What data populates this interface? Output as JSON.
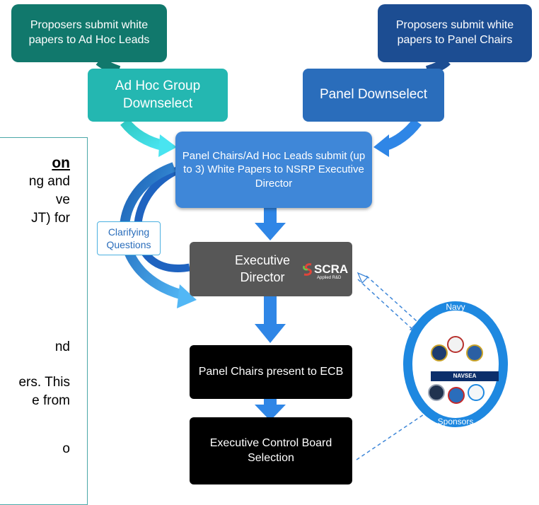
{
  "side_panel": {
    "heading": "on",
    "lines": [
      "ng and",
      "ve",
      "JT) for",
      "nd",
      "ers. This",
      "e from",
      "o"
    ]
  },
  "boxes": {
    "top_left": "Proposers submit white papers to Ad Hoc Leads",
    "top_right": "Proposers submit white papers to Panel Chairs",
    "adhoc": "Ad Hoc Group Downselect",
    "panel": "Panel Downselect",
    "submit": "Panel Chairs/Ad Hoc Leads submit (up to 3) White Papers to NSRP Executive Director",
    "clarify": "Clarifying Questions",
    "exec": "Executive Director",
    "exec_logo": "SCRA",
    "exec_logo_sub": "Applied R&D",
    "present": "Panel Chairs present to ECB",
    "ecb": "Executive Control Board Selection"
  },
  "sponsors": {
    "top_label": "Navy",
    "bottom_label": "Sponsors",
    "center_badge": "NAVSEA",
    "seal_icons": [
      "team-seal-icon",
      "eagle-seal-icon",
      "ship-seal-icon",
      "pms-seal-icon",
      "coast-guard-seal-icon",
      "fms-seal-icon",
      "globe-seal-icon"
    ]
  },
  "colors": {
    "dark_teal": "#11786c",
    "dark_blue": "#1c4d92",
    "teal": "#24b7b1",
    "blue": "#2a6dbb",
    "light_blue": "#3f87d8",
    "arrow_blue": "#2f86e6",
    "gray": "#575757",
    "black": "#000000"
  }
}
